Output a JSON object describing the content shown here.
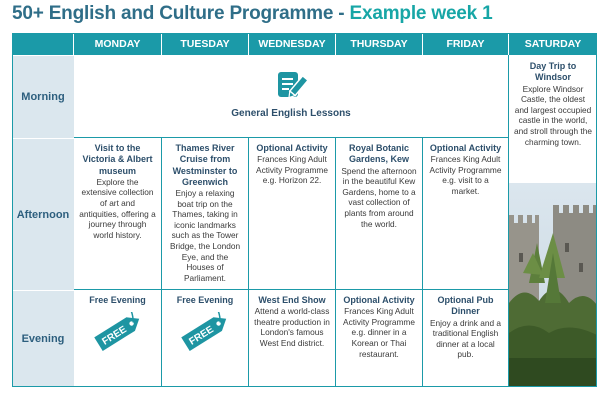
{
  "title": {
    "part1": "50+ English and Culture Programme - ",
    "part2": "Example week 1"
  },
  "days": [
    "MONDAY",
    "TUESDAY",
    "WEDNESDAY",
    "THURSDAY",
    "FRIDAY",
    "SATURDAY"
  ],
  "rows": [
    "Morning",
    "Afternoon",
    "Evening"
  ],
  "morning": {
    "icon": "document-pencil-icon",
    "label": "General English Lessons"
  },
  "saturday": {
    "title": "Day Trip to Windsor",
    "body": "Explore Windsor Castle, the oldest and largest occupied castle in the world, and stroll through the charming town."
  },
  "afternoon": [
    {
      "title": "Visit to the Victoria & Albert museum",
      "body": "Explore the extensive collection of art and antiquities, offering a journey through world history."
    },
    {
      "title": "Thames River Cruise from Westminster to Greenwich",
      "body": "Enjoy a relaxing boat trip on the Thames, taking in iconic landmarks such as the Tower Bridge, the London Eye, and the Houses of Parliament."
    },
    {
      "title": "Optional Activity",
      "body": "Frances King Adult Activity Programme e.g. Horizon 22."
    },
    {
      "title": "Royal Botanic Gardens, Kew",
      "body": "Spend the afternoon in the beautiful Kew Gardens, home to a vast collection of plants from around the world."
    },
    {
      "title": "Optional Activity",
      "body": "Frances King Adult Activity Programme e.g. visit to a market."
    }
  ],
  "evening": [
    {
      "title": "Free Evening",
      "body": "",
      "tag": "FREE"
    },
    {
      "title": "Free Evening",
      "body": "",
      "tag": "FREE"
    },
    {
      "title": "West End Show",
      "body": "Attend a world-class theatre production in London's famous West End district."
    },
    {
      "title": "Optional Activity",
      "body": "Frances King Adult Activity Programme e.g. dinner in a Korean or Thai restaurant."
    },
    {
      "title": "Optional Pub Dinner",
      "body": "Enjoy a drink and a traditional English dinner at a local pub."
    }
  ],
  "colors": {
    "accent": "#1b9aa8",
    "row_label_bg": "#dbe7ee",
    "title_dark": "#2f6e88",
    "title_teal": "#17a6a6"
  }
}
